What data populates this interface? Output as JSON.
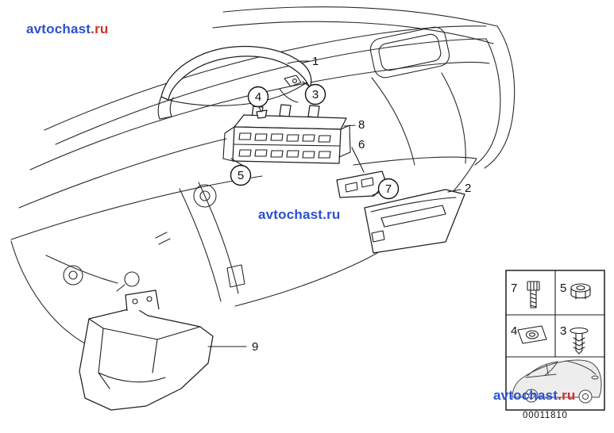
{
  "page": {
    "background": "#ffffff"
  },
  "watermarks": {
    "top_left": {
      "name": "avtochast",
      "tld": ".ru",
      "name_color": "#2b4fd0",
      "tld_color": "#d12f2f"
    },
    "center": {
      "name": "avtochast",
      "tld": ".ru",
      "name_color": "#2b4fd0",
      "tld_color": "#2b4fd0"
    },
    "bottom_right": {
      "name": "avtochast",
      "tld": ".ru",
      "name_color": "#2b4fd0",
      "tld_color": "#d12f2f"
    }
  },
  "diagram": {
    "callouts": [
      {
        "label": "1",
        "style": "plain"
      },
      {
        "label": "3",
        "style": "circled"
      },
      {
        "label": "4",
        "style": "circled"
      },
      {
        "label": "8",
        "style": "plain"
      },
      {
        "label": "6",
        "style": "plain"
      },
      {
        "label": "5",
        "style": "circled"
      },
      {
        "label": "7",
        "style": "circled"
      },
      {
        "label": "2",
        "style": "plain"
      },
      {
        "label": "9",
        "style": "plain"
      }
    ]
  },
  "inset": {
    "cells": [
      {
        "label": "7",
        "icon": "socket-head-screw-icon"
      },
      {
        "label": "5",
        "icon": "hex-nut-icon"
      },
      {
        "label": "4",
        "icon": "clip-nut-icon"
      },
      {
        "label": "3",
        "icon": "expanding-rivet-icon"
      }
    ],
    "thumbnail": "car-sketch-icon"
  },
  "footer": {
    "part_number": "00011810"
  },
  "colors": {
    "line": "#222222",
    "watermark_blue": "#2b4fd0",
    "watermark_red": "#d12f2f"
  }
}
